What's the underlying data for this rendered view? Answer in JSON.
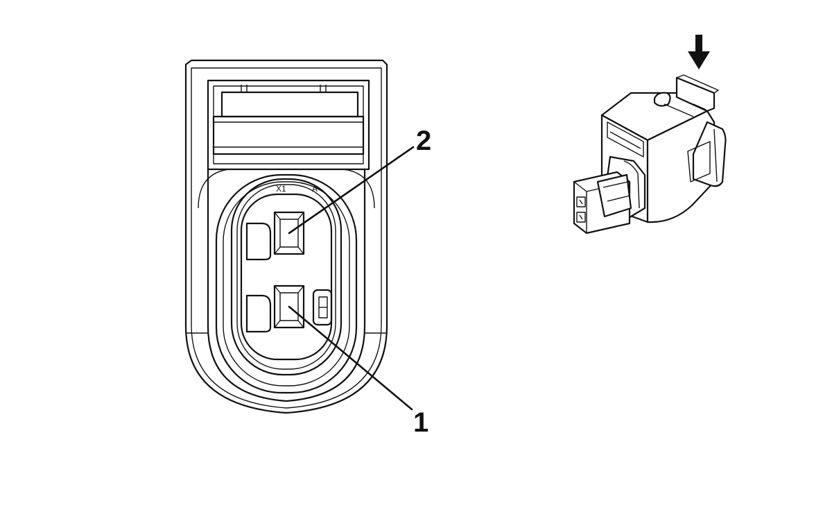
{
  "face_view": {
    "callouts": [
      {
        "id": "pin-2",
        "label": "2"
      },
      {
        "id": "pin-1",
        "label": "1"
      }
    ],
    "cavity_marks": {
      "left": "X1",
      "right": "A"
    }
  },
  "iso_view": {
    "arrow_icon": "down-arrow-icon"
  }
}
